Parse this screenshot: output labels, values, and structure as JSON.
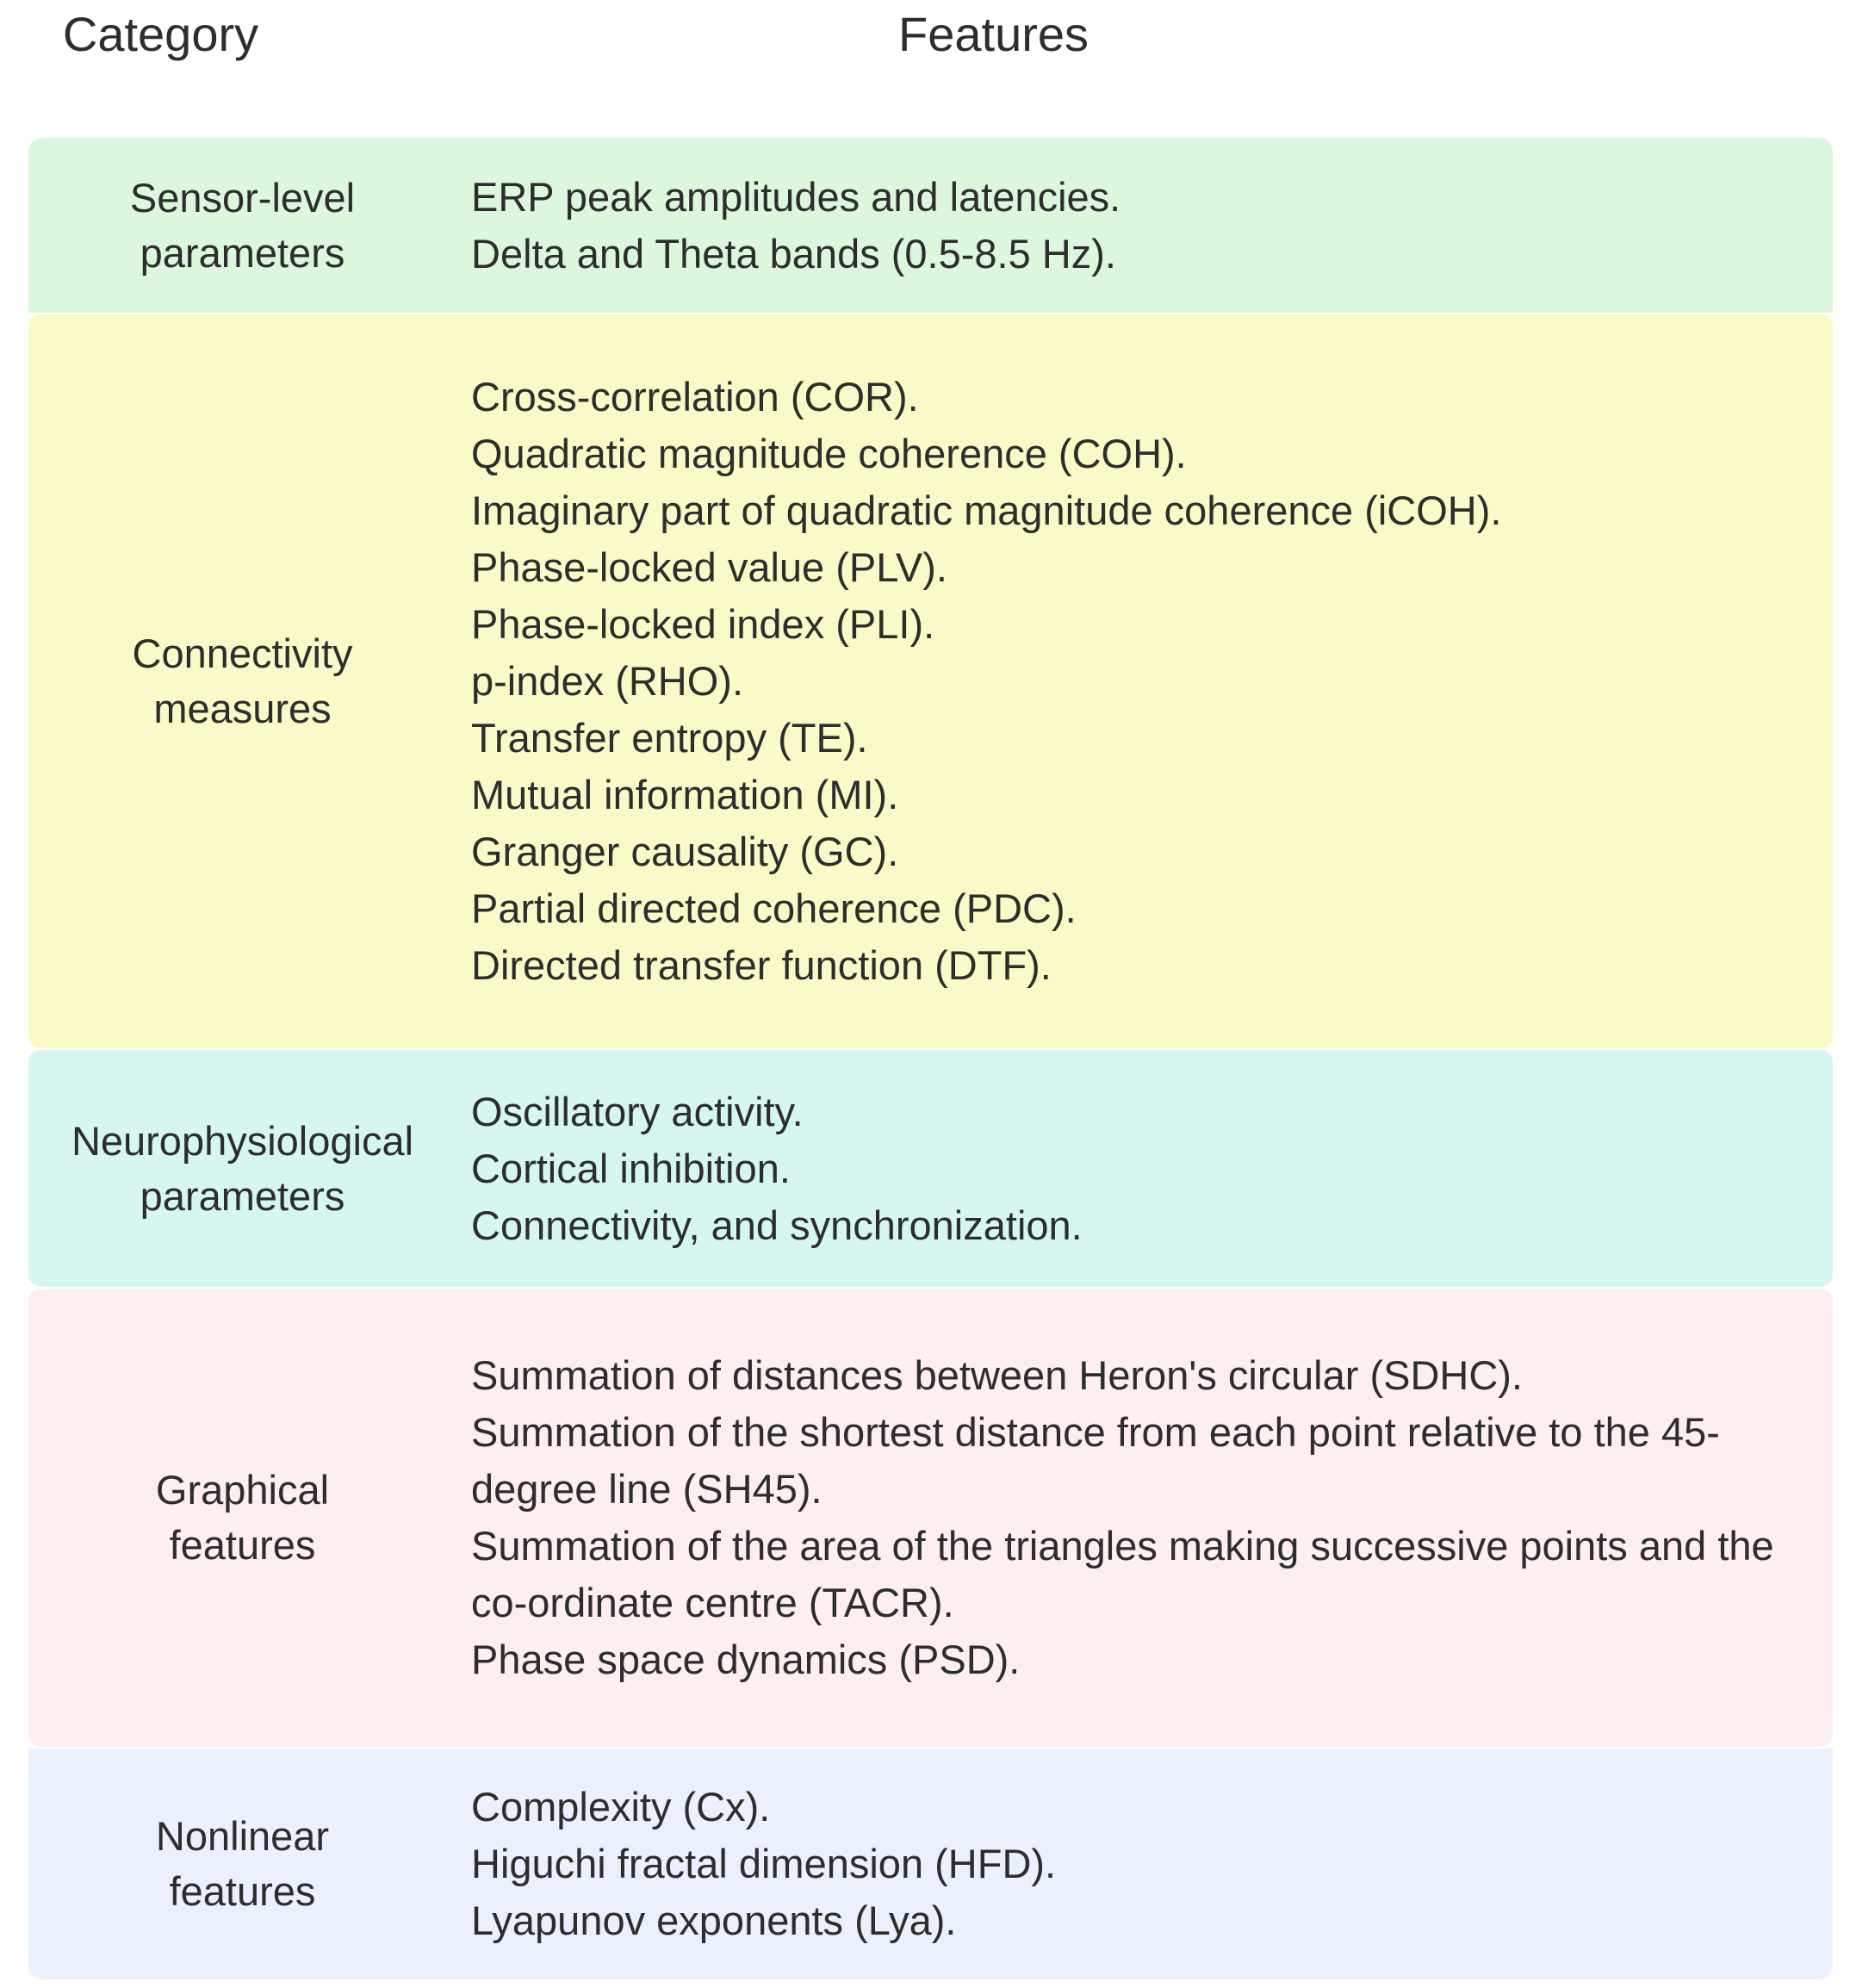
{
  "table": {
    "headers": {
      "category": "Category",
      "features": "Features"
    },
    "colors": {
      "sensor_level": "#dcf7de",
      "connectivity": "#fafac8",
      "neurophysiological": "#d6f7f1",
      "graphical": "#fdeef0",
      "nonlinear": "#eaf1fd",
      "text": "#2d2d2d",
      "background": "#ffffff"
    },
    "rows": [
      {
        "category": "Sensor-level parameters",
        "category_line_1": "Sensor-level",
        "category_line_2": "parameters",
        "features": [
          "ERP peak amplitudes and latencies.",
          "Delta and Theta bands (0.5-8.5 Hz)."
        ]
      },
      {
        "category": "Connectivity measures",
        "category_line_1": "Connectivity",
        "category_line_2": "measures",
        "features": [
          "Cross-correlation (COR).",
          "Quadratic magnitude coherence (COH).",
          "Imaginary part of quadratic magnitude coherence (iCOH).",
          "Phase-locked value (PLV).",
          "Phase-locked index (PLI).",
          "p-index (RHO).",
          "Transfer entropy (TE).",
          "Mutual information (MI).",
          "Granger causality (GC).",
          "Partial directed coherence (PDC).",
          "Directed transfer function (DTF)."
        ]
      },
      {
        "category": "Neurophysiological parameters",
        "category_line_1": "Neurophysiological",
        "category_line_2": "parameters",
        "features": [
          "Oscillatory activity.",
          "Cortical inhibition.",
          "Connectivity, and synchronization."
        ]
      },
      {
        "category": "Graphical features",
        "category_line_1": "Graphical",
        "category_line_2": "features",
        "features": [
          "Summation of distances between Heron's circular (SDHC).",
          "Summation of the shortest distance from each point relative to the 45-degree line (SH45).",
          "Summation of the area of the triangles making successive points and the co-ordinate centre (TACR).",
          "Phase space dynamics (PSD)."
        ]
      },
      {
        "category": "Nonlinear features",
        "category_line_1": "Nonlinear",
        "category_line_2": "features",
        "features": [
          "Complexity (Cx).",
          "Higuchi fractal dimension (HFD).",
          "Lyapunov exponents (Lya)."
        ]
      }
    ]
  }
}
